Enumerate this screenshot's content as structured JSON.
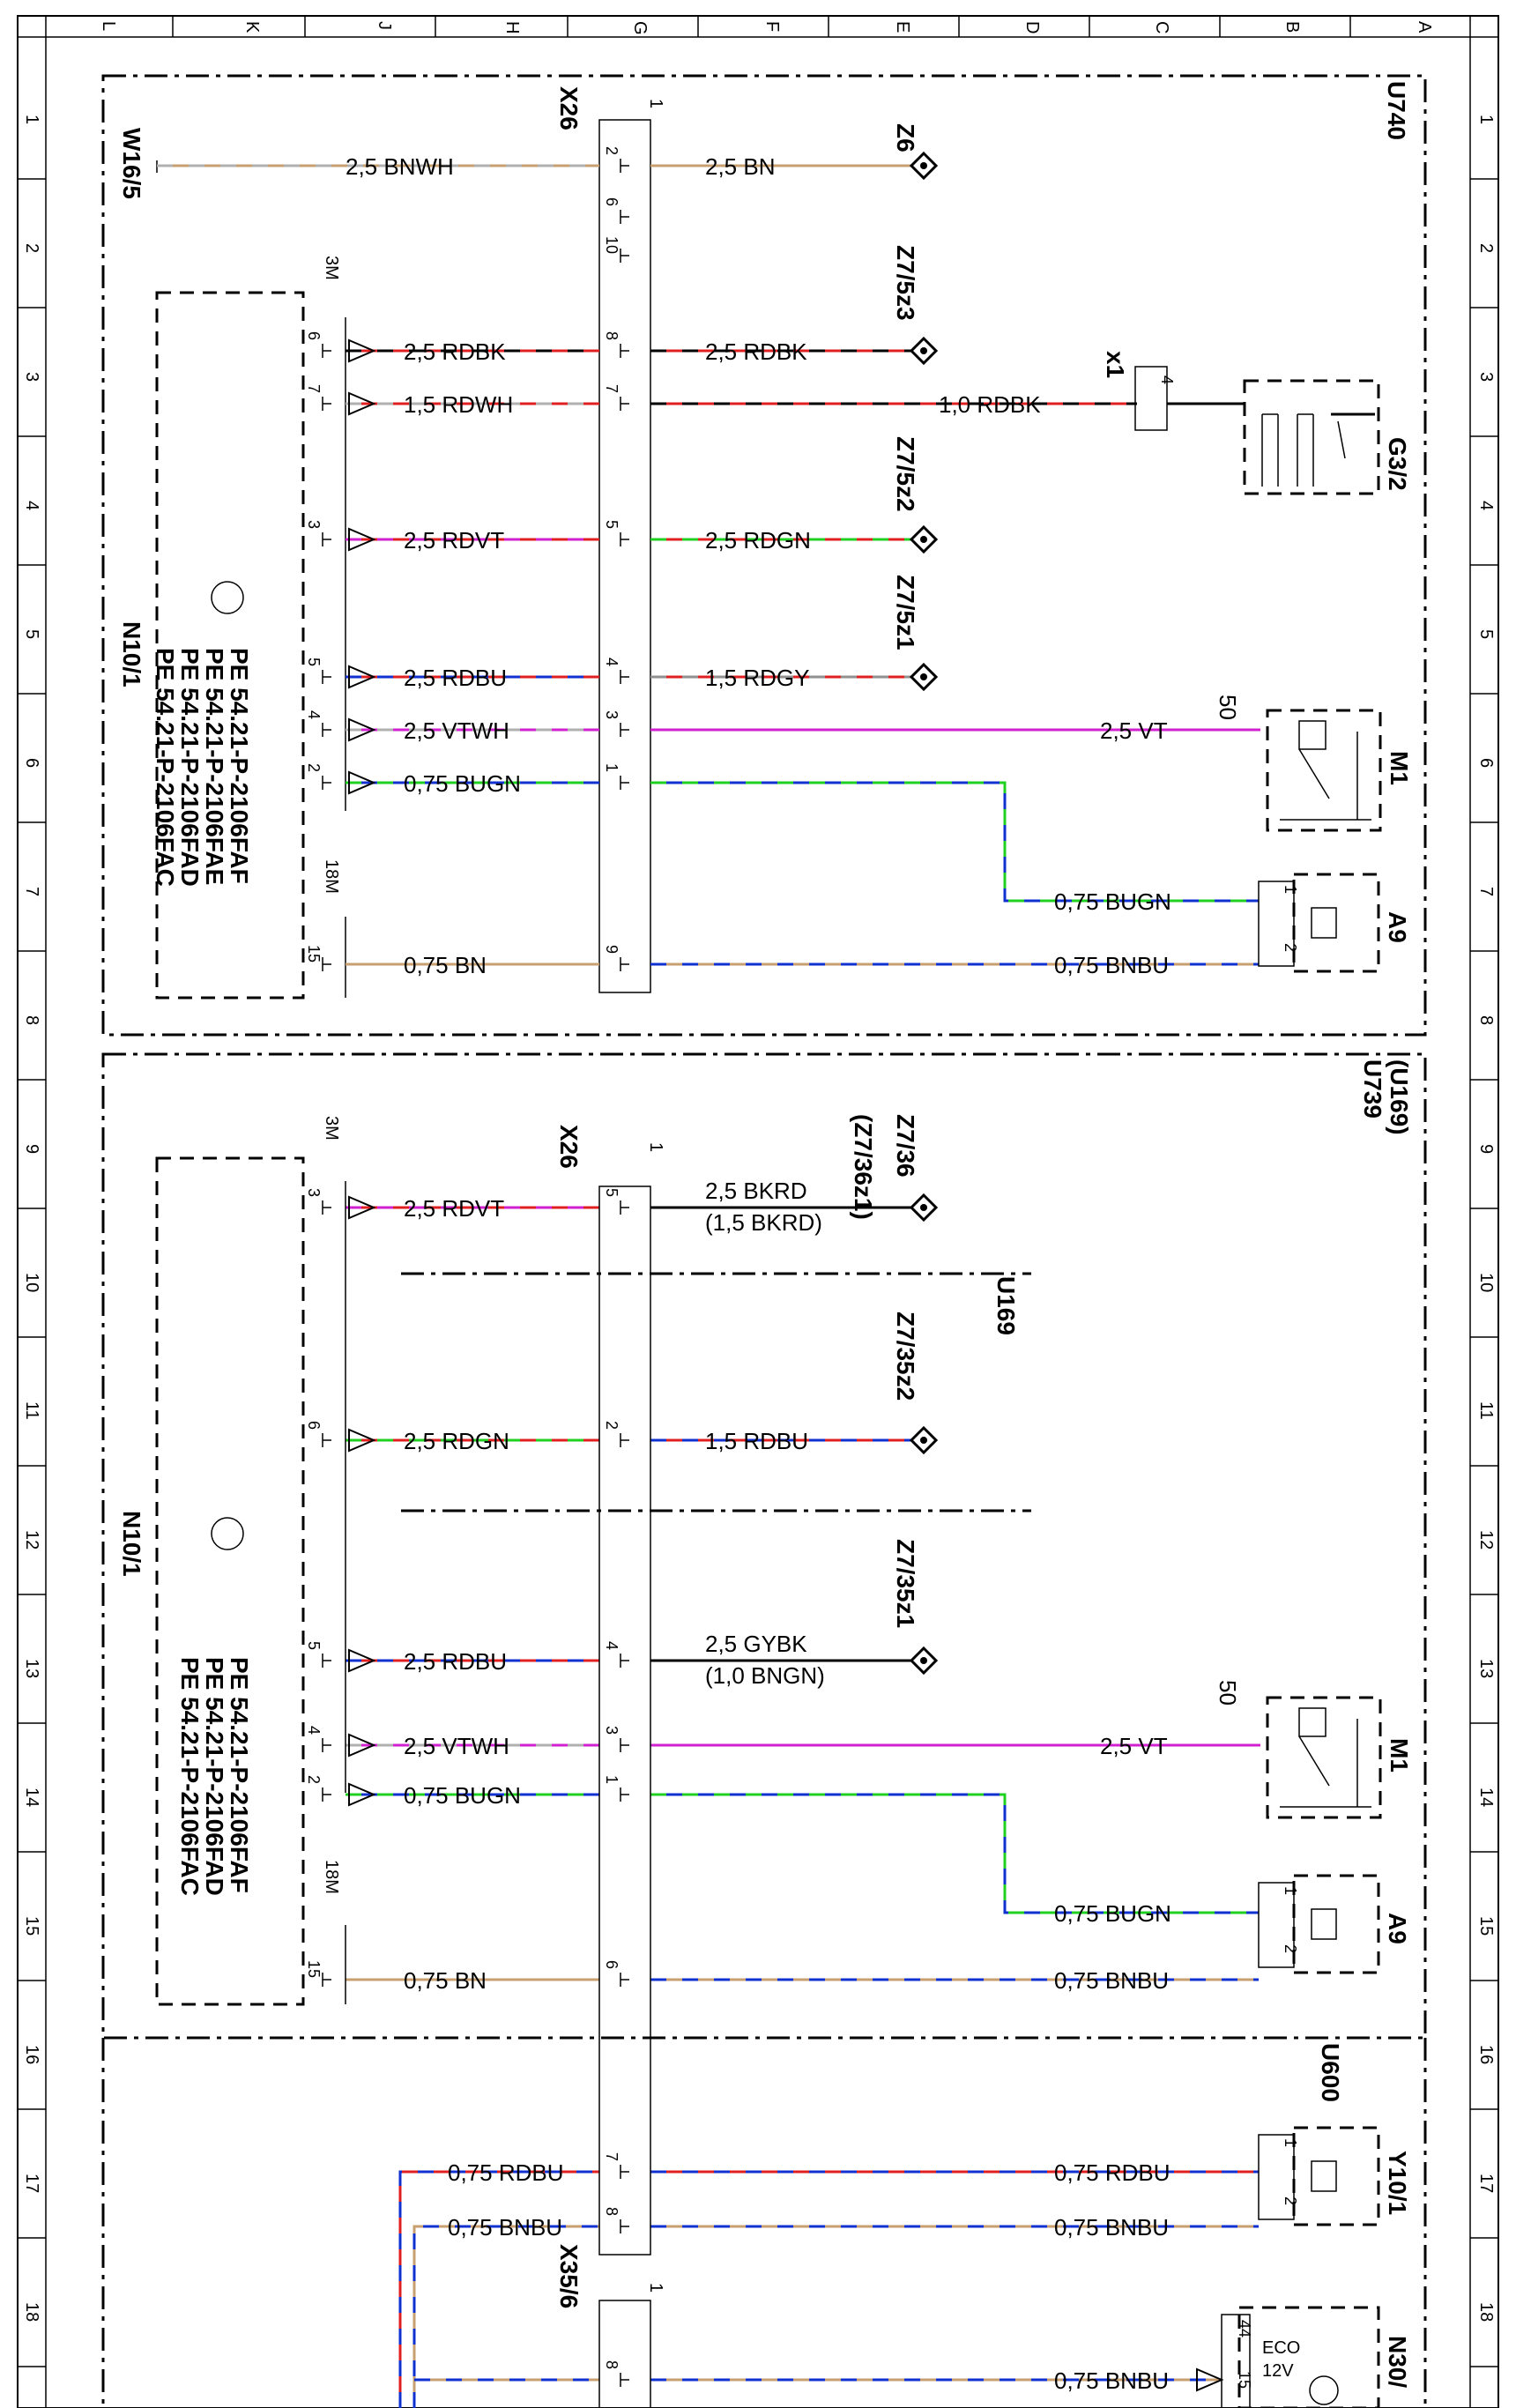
{
  "grid": {
    "cols": [
      "L",
      "K",
      "J",
      "H",
      "G",
      "F",
      "E",
      "D",
      "C",
      "B",
      "A"
    ],
    "rows": [
      "1",
      "2",
      "3",
      "4",
      "5",
      "6",
      "7",
      "8",
      "9",
      "10",
      "11",
      "12",
      "13",
      "14",
      "15",
      "16",
      "17",
      "18"
    ]
  },
  "sections": {
    "top": {
      "id": "U740",
      "connector": "X26",
      "connector_num": "1",
      "module": "N10/1",
      "module_conn_a": "3M",
      "module_conn_b": "18M",
      "pe_refs": [
        "PE 54.21-P-2106FAC",
        "PE 54.21-P-2106FAD",
        "PE 54.21-P-2106FAE",
        "PE 54.21-P-2106FAF"
      ]
    },
    "mid": {
      "id": "U739",
      "id_alt": "(U169)",
      "sub_id": "U169",
      "connector": "X26",
      "connector_num": "1",
      "module": "N10/1",
      "module_conn_a": "3M",
      "module_conn_b": "18M",
      "pe_refs": [
        "PE 54.21-P-2106FAC",
        "PE 54.21-P-2106FAD",
        "PE 54.21-P-2106FAF"
      ]
    },
    "bottom": {
      "id": "U600",
      "connector": "X35/6"
    }
  },
  "components": {
    "w16_5": "W16/5",
    "z6": "Z6",
    "z7_5z3": "Z7/5z3",
    "z7_5z2": "Z7/5z2",
    "z7_5z1": "Z7/5z1",
    "x1": "x1",
    "g3_2": "G3/2",
    "m1": "M1",
    "a9": "A9",
    "z7_36": "Z7/36",
    "z7_36_alt": "(Z7/36z1)",
    "z7_35z2": "Z7/35z2",
    "z7_35z1": "Z7/35z1",
    "y10_1": "Y10/1",
    "n30": "N30/",
    "pin50": "50",
    "eco": "ECO",
    "v12": "12V"
  },
  "wires": {
    "w1_left": "2,5 BNWH",
    "w1_right": "2,5 BN",
    "w2_left": "2,5 RDBK",
    "w2_right": "2,5 RDBK",
    "w3_left": "1,5 RDWH",
    "w3_right": "1,0 RDBK",
    "w4_left": "2,5 RDVT",
    "w4_right": "2,5 RDGN",
    "w5_left": "2,5 RDBU",
    "w5_right": "1,5 RDGY",
    "w6_left": "2,5 VTWH",
    "w6_right": "2,5 VT",
    "w7_left": "0,75 BUGN",
    "w7_right": "0,75 BUGN",
    "w8_left": "0,75 BN",
    "w8_right": "0,75 BNBU",
    "m1_left": "2,5 RDVT",
    "m1_right": "2,5 BKRD",
    "m1_right_alt": "(1,5 BKRD)",
    "m2_left": "2,5 RDGN",
    "m2_right": "1,5 RDBU",
    "m3_left": "2,5 RDBU",
    "m3_right": "2,5 GYBK",
    "m3_right_alt": "(1,0 BNGN)",
    "m4_left": "2,5 VTWH",
    "m4_right": "2,5 VT",
    "m5_left": "0,75 BUGN",
    "m5_right": "0,75 BUGN",
    "m6_left": "0,75 BN",
    "m6_right": "0,75 BNBU",
    "b1_left": "0,75 RDBU",
    "b1_right": "0,75 RDBU",
    "b2_left": "0,75 BNBU",
    "b2_right": "0,75 BNBU",
    "b3_right": "0,75 BNBU"
  },
  "pins": {
    "top_x26": [
      "2",
      "6",
      "10",
      "8",
      "7",
      "5",
      "4",
      "3",
      "1",
      "9"
    ],
    "top_n10": [
      "6",
      "7",
      "3",
      "5",
      "4",
      "2",
      "15"
    ],
    "mid_x26": [
      "5",
      "2",
      "4",
      "3",
      "1",
      "6"
    ],
    "mid_n10": [
      "3",
      "6",
      "5",
      "4",
      "2",
      "15"
    ],
    "bot_x26": [
      "7",
      "8"
    ],
    "x1_pin": "4",
    "a9_pins": [
      "1",
      "2"
    ],
    "y10_pins": [
      "1",
      "2"
    ],
    "n30_pins": [
      "44",
      "15"
    ],
    "x35_pin": "8",
    "x35_num": "1"
  },
  "colors": {
    "BN": "#c8a070",
    "RD": "#e02020",
    "BK": "#000000",
    "WH": "#b0b0b0",
    "VT": "#d020d0",
    "GN": "#20d020",
    "BU": "#1030d0",
    "GY": "#909090"
  }
}
